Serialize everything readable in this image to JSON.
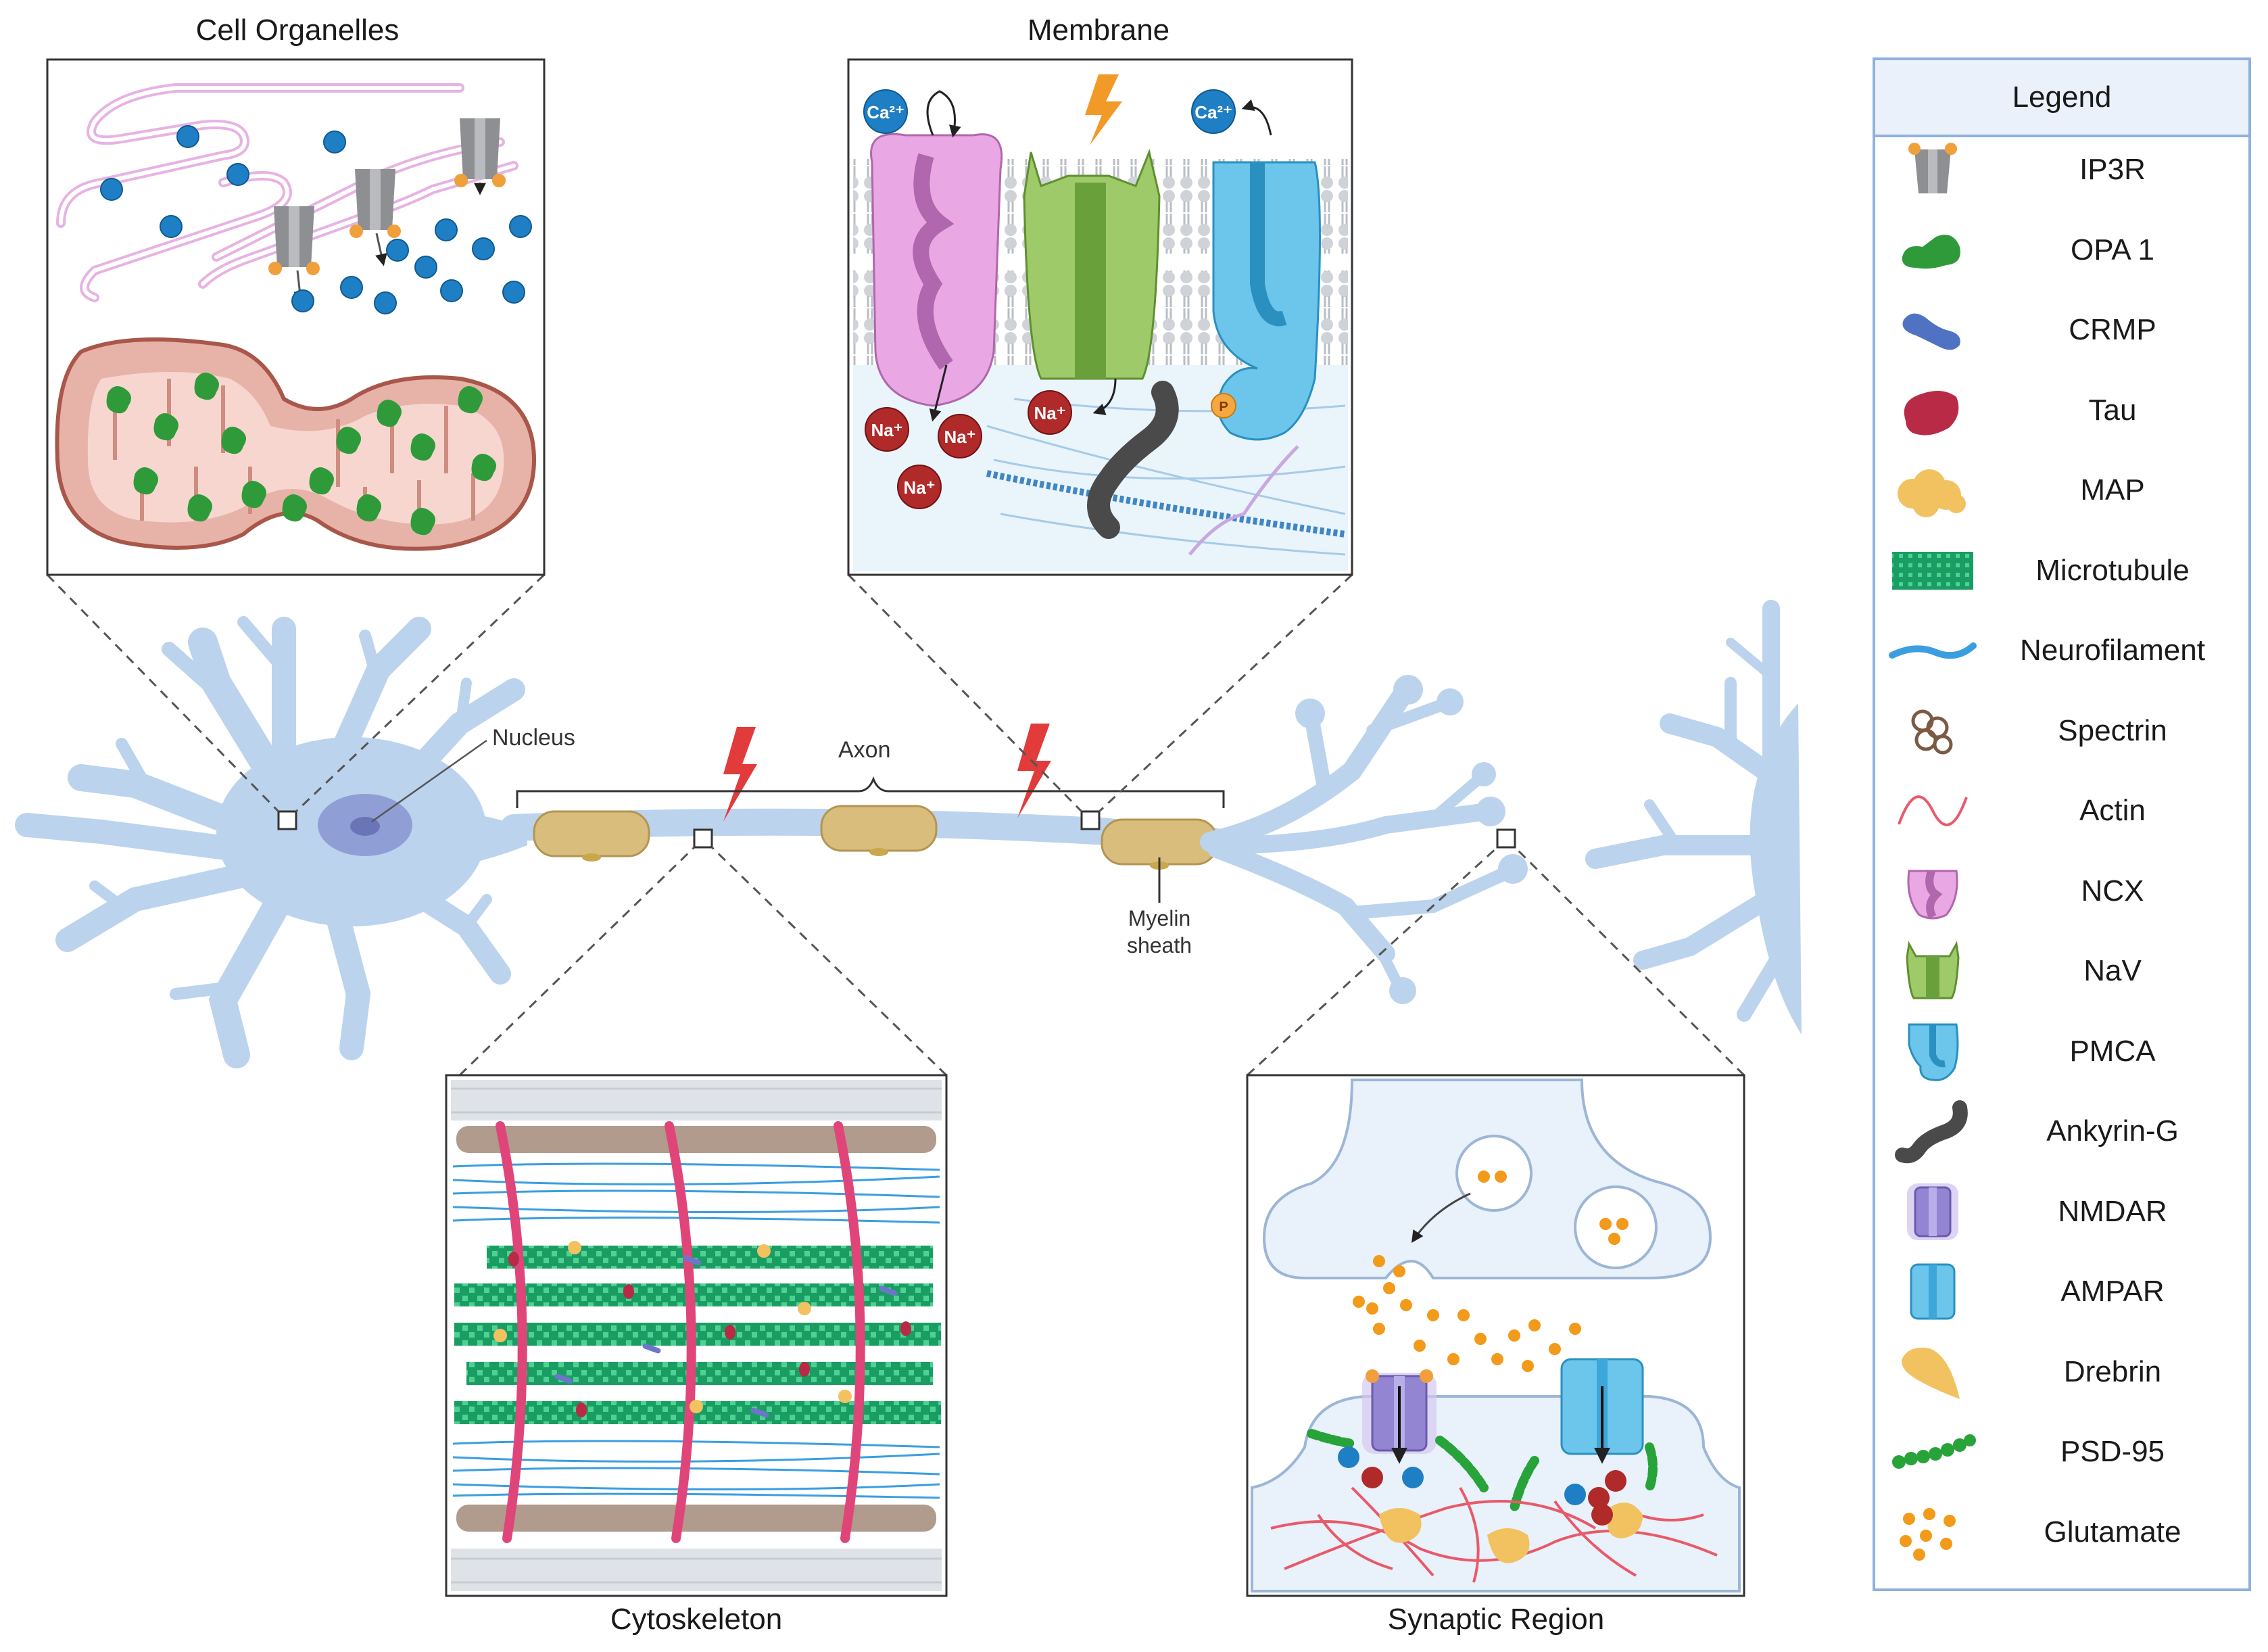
{
  "panels": {
    "organelles": "Cell Organelles",
    "membrane": "Membrane",
    "cytoskeleton": "Cytoskeleton",
    "synaptic": "Synaptic Region"
  },
  "neuron_labels": {
    "nucleus": "Nucleus",
    "axon": "Axon",
    "myelin": "Myelin\nsheath"
  },
  "ions": {
    "calcium": "Ca²⁺",
    "sodium": "Na⁺",
    "phosphate": "P"
  },
  "legend": {
    "title": "Legend",
    "items": [
      {
        "label": "IP3R",
        "icon": "ip3r-icon"
      },
      {
        "label": "OPA 1",
        "icon": "opa1-icon"
      },
      {
        "label": "CRMP",
        "icon": "crmp-icon"
      },
      {
        "label": "Tau",
        "icon": "tau-icon"
      },
      {
        "label": "MAP",
        "icon": "map-icon"
      },
      {
        "label": "Microtubule",
        "icon": "microtubule-icon"
      },
      {
        "label": "Neurofilament",
        "icon": "neurofilament-icon"
      },
      {
        "label": "Spectrin",
        "icon": "spectrin-icon"
      },
      {
        "label": "Actin",
        "icon": "actin-icon"
      },
      {
        "label": "NCX",
        "icon": "ncx-icon"
      },
      {
        "label": "NaV",
        "icon": "nav-icon"
      },
      {
        "label": "PMCA",
        "icon": "pmca-icon"
      },
      {
        "label": "Ankyrin-G",
        "icon": "ankyrin-g-icon"
      },
      {
        "label": "NMDAR",
        "icon": "nmdar-icon"
      },
      {
        "label": "AMPAR",
        "icon": "ampar-icon"
      },
      {
        "label": "Drebrin",
        "icon": "drebrin-icon"
      },
      {
        "label": "PSD-95",
        "icon": "psd95-icon"
      },
      {
        "label": "Glutamate",
        "icon": "glutamate-icon"
      }
    ]
  },
  "colors": {
    "neuron": "#bcd3ee",
    "neuron_edge": "#8eb0dc",
    "myelin": "#d9bd7d",
    "lightning": "#e23b3b",
    "calcium": "#1f7fc4",
    "sodium": "#b02a2a",
    "ncx": "#d98fd6",
    "nav": "#8fc35a",
    "pmca": "#63bde8",
    "microtubule": "#1faa6a",
    "neurofilament": "#3a9ee0",
    "actin": "#e85a6a",
    "opa1": "#2f9a3a",
    "mitochondrion": "#e7b3a8",
    "er": "#e6b3e3"
  }
}
